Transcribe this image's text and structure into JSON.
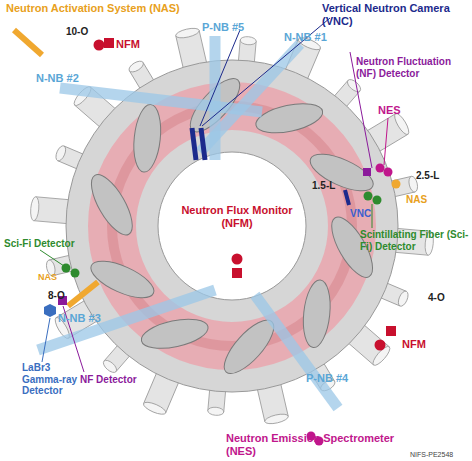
{
  "diagram": {
    "labels": [
      "Neutron Activation System (NAS)",
      "NFM",
      "P-NB #5",
      "Vertical Neutron Camera (VNC)",
      "N-NB #1",
      "10-O",
      "Neutron Fluctuation (NF) Detector",
      "N-NB #2",
      "NES",
      "2.5-L",
      "1.5-L",
      "NAS",
      "VNC",
      "Scintillating Fiber (Sci-Fi) Detector",
      "Neutron Flux Monitor (NFM)",
      "Sci-Fi Detector",
      "NAS",
      "8-O",
      "4-O",
      "N-NB #3",
      "LaBr3 Gamma-ray Detector",
      "NF Detector",
      "NFM",
      "P-NB #4",
      "Neutron Emission Spectrometer (NES)",
      "NIFS-PE2548"
    ]
  }
}
